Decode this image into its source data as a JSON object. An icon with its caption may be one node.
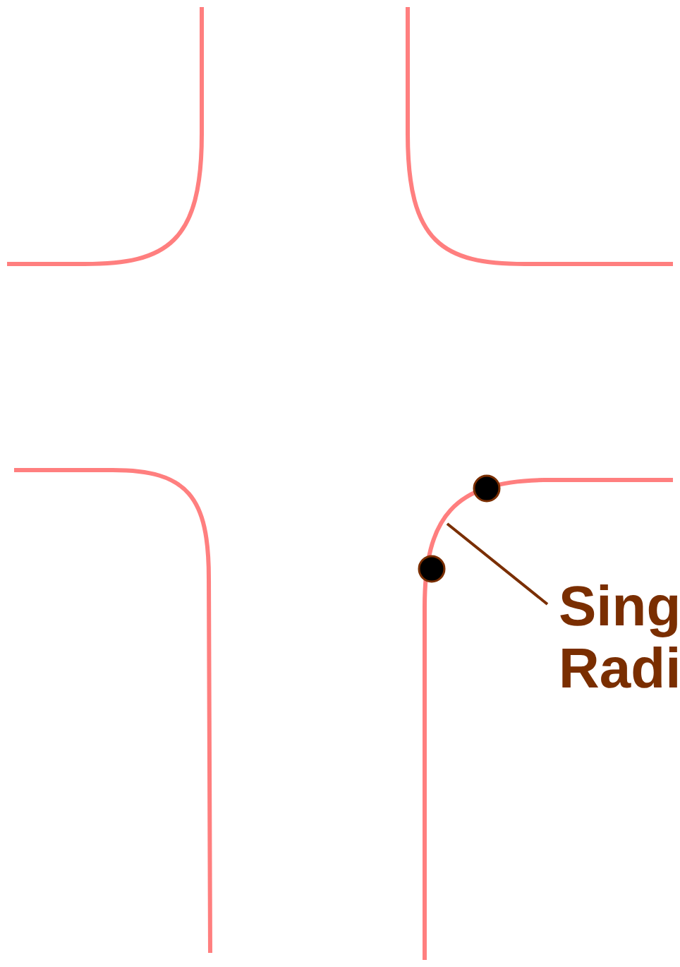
{
  "diagram": {
    "nodes": [
      {
        "text": [
          "Sing Radi"
        ]
      },
      {
        "text": [],
        "shape": "curve"
      }
    ],
    "edges": [
      {
        "from": 0,
        "to": 1,
        "arrow": "none"
      }
    ]
  }
}
